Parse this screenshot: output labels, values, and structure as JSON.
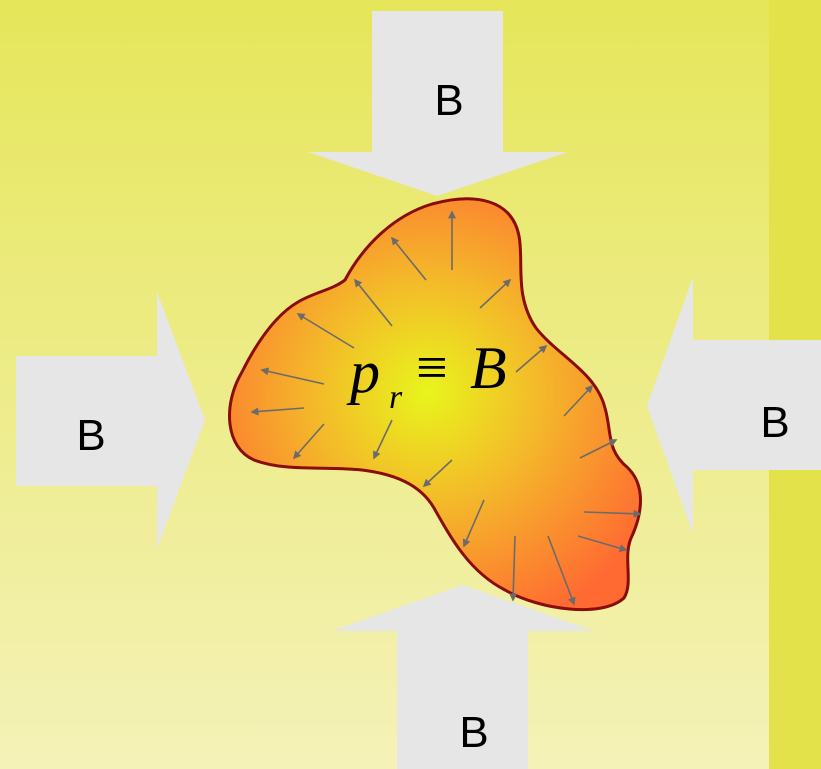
{
  "colors": {
    "background_top": "#e6e65a",
    "background_bottom": "#f4f2b8",
    "side_strip": "#e3e24a",
    "arrow_fill": "#e6e6e6",
    "blob_center": "#e8f51c",
    "blob_edge": "#ff6a32",
    "blob_outline": "#8a0c0c",
    "vector_color": "#6b6b6b"
  },
  "arrows": {
    "top_label": "B",
    "left_label": "B",
    "right_label": "B",
    "bottom_label": "B"
  },
  "formula": {
    "p": "p",
    "subscript": "r",
    "operator": "≡",
    "rhs": "B"
  }
}
